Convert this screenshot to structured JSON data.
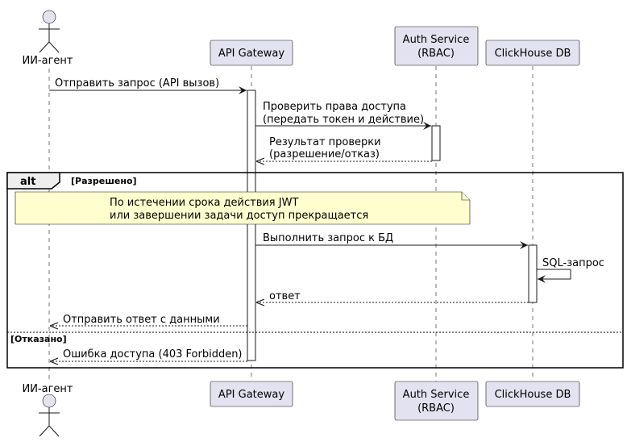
{
  "participants": {
    "agent": {
      "label": "ИИ-агент"
    },
    "gateway": {
      "label": "API Gateway"
    },
    "auth": {
      "line1": "Auth Service",
      "line2": "(RBAC)"
    },
    "db": {
      "label": "ClickHouse DB"
    }
  },
  "messages": {
    "m1": "Отправить запрос (API вызов)",
    "m2_line1": "Проверить права доступа",
    "m2_line2": "(передать токен и действие)",
    "m3_line1": "Результат проверки",
    "m3_line2": "(разрешение/отказ)",
    "m4": "Выполнить запрос к БД",
    "m5": "SQL-запрос",
    "m6": "ответ",
    "m7": "Отправить ответ с данными",
    "m8": "Ошибка доступа (403 Forbidden)"
  },
  "alt": {
    "keyword": "alt",
    "guard_allowed": "[Разрешено]",
    "guard_denied": "[Отказано]"
  },
  "note": {
    "line1": "По истечении срока действия JWT",
    "line2": "или завершении задачи доступ прекращается"
  },
  "colors": {
    "participant_fill": "#e2e2f0",
    "note_fill": "#fefece",
    "line": "#181818"
  }
}
